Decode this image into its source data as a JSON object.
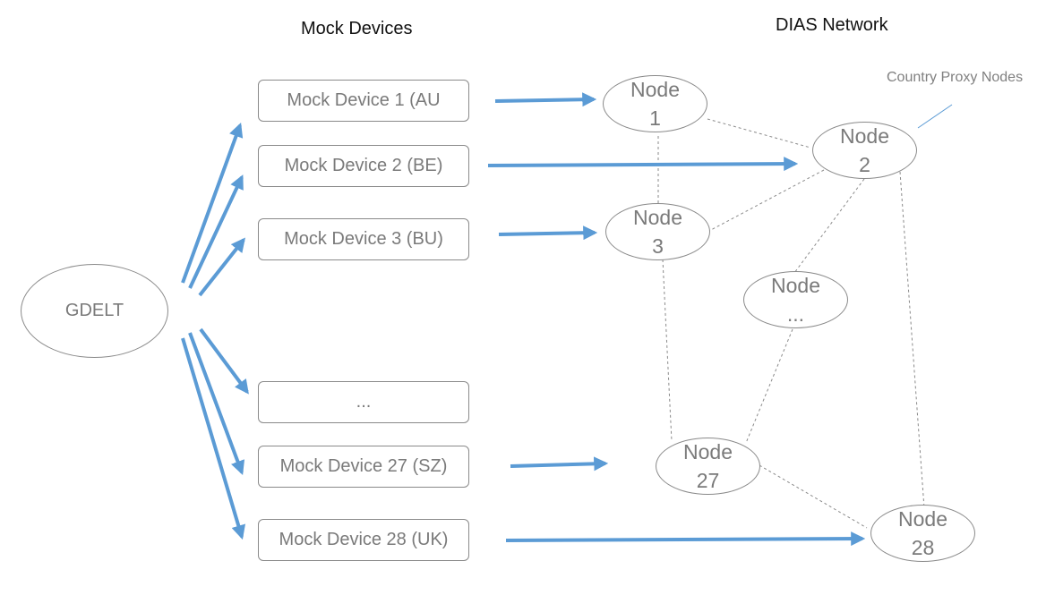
{
  "headers": {
    "mock_devices": "Mock Devices",
    "dias_network": "DIAS Network"
  },
  "source": {
    "label": "GDELT"
  },
  "devices": [
    {
      "id": "au",
      "label": "Mock Device 1 (AU"
    },
    {
      "id": "be",
      "label": "Mock Device 2 (BE)"
    },
    {
      "id": "bu",
      "label": "Mock Device 3 (BU)"
    },
    {
      "id": "more",
      "label": "..."
    },
    {
      "id": "sz",
      "label": "Mock Device 27 (SZ)"
    },
    {
      "id": "uk",
      "label": "Mock Device 28 (UK)"
    }
  ],
  "nodes": [
    {
      "id": "1",
      "word": "Node",
      "num": "1"
    },
    {
      "id": "2",
      "word": "Node",
      "num": "2"
    },
    {
      "id": "3",
      "word": "Node",
      "num": "3"
    },
    {
      "id": "more",
      "word": "Node",
      "num": "..."
    },
    {
      "id": "27",
      "word": "Node",
      "num": "27"
    },
    {
      "id": "28",
      "word": "Node",
      "num": "28"
    }
  ],
  "annotation": {
    "text": "Country Proxy Nodes"
  },
  "edges_device_to_node": [
    {
      "from": "au",
      "to": "1"
    },
    {
      "from": "be",
      "to": "2"
    },
    {
      "from": "bu",
      "to": "3"
    },
    {
      "from": "sz",
      "to": "27"
    },
    {
      "from": "uk",
      "to": "28"
    }
  ],
  "edges_source_to_device": [
    {
      "from": "gdelt",
      "to": "au"
    },
    {
      "from": "gdelt",
      "to": "be"
    },
    {
      "from": "gdelt",
      "to": "bu"
    },
    {
      "from": "gdelt",
      "to": "more"
    },
    {
      "from": "gdelt",
      "to": "sz"
    },
    {
      "from": "gdelt",
      "to": "uk"
    }
  ],
  "edges_network": [
    {
      "from": "1",
      "to": "2"
    },
    {
      "from": "1",
      "to": "3"
    },
    {
      "from": "2",
      "to": "3"
    },
    {
      "from": "2",
      "to": "more"
    },
    {
      "from": "2",
      "to": "28"
    },
    {
      "from": "3",
      "to": "27"
    },
    {
      "from": "more",
      "to": "27"
    },
    {
      "from": "27",
      "to": "28"
    }
  ],
  "colors": {
    "arrow": "#5b9bd5",
    "dashed_link": "#8a8a8a",
    "shape_border": "#8a8a8a",
    "label_text": "#7a7a7a"
  }
}
